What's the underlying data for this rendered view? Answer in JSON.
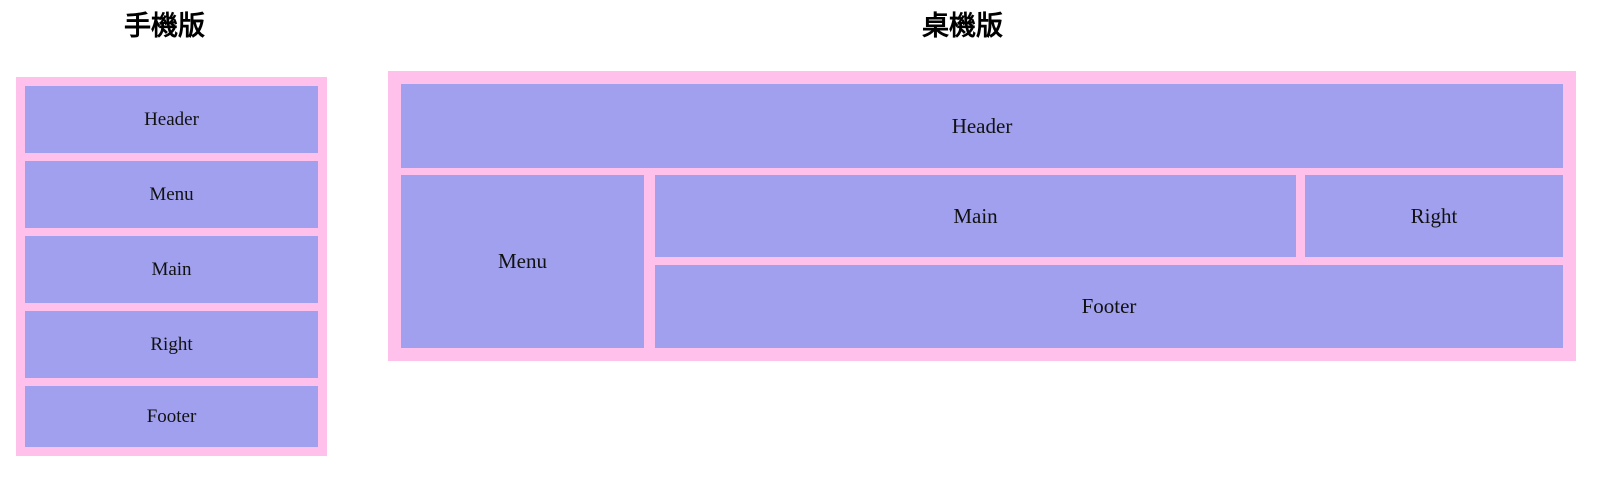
{
  "page": {
    "background": "#ffffff",
    "frame_color": "#ffc0eb",
    "box_color": "#a0a0ee",
    "text_color": "#111111"
  },
  "diagrams": [
    {
      "id": "mobile",
      "title": "手機版",
      "layout": "single-column-stack",
      "regions": [
        {
          "name": "header",
          "label": "Header"
        },
        {
          "name": "menu",
          "label": "Menu"
        },
        {
          "name": "main",
          "label": "Main"
        },
        {
          "name": "right",
          "label": "Right"
        },
        {
          "name": "footer",
          "label": "Footer"
        }
      ]
    },
    {
      "id": "desktop",
      "title": "桌機版",
      "layout": "header-over-sidebar-main-right-footer",
      "regions": [
        {
          "name": "header",
          "label": "Header"
        },
        {
          "name": "menu",
          "label": "Menu"
        },
        {
          "name": "main",
          "label": "Main"
        },
        {
          "name": "right",
          "label": "Right"
        },
        {
          "name": "footer",
          "label": "Footer"
        }
      ]
    }
  ]
}
